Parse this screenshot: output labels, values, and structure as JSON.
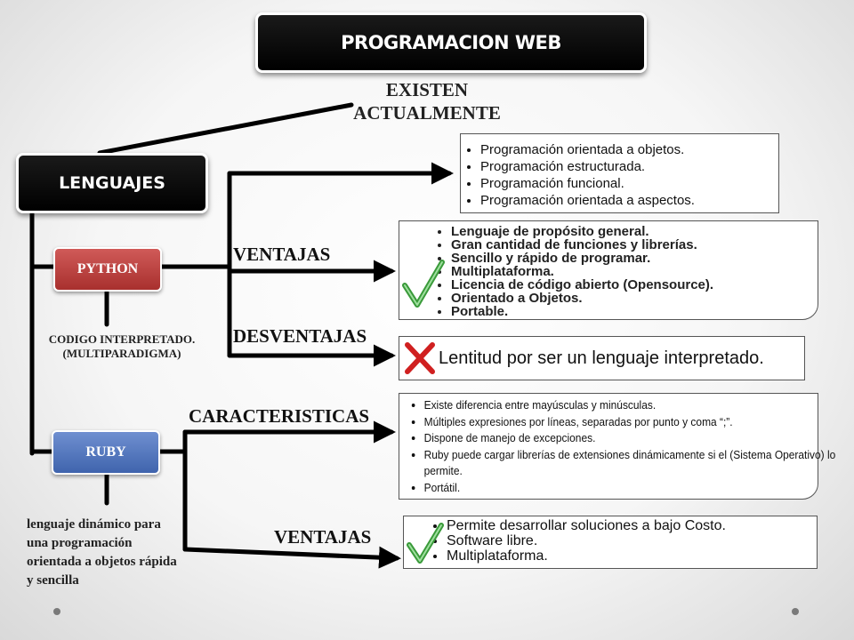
{
  "title": "PROGRAMACION WEB",
  "existen": "EXISTEN ACTUALMENTE",
  "lenguajes": "LENGUAJES",
  "python": {
    "label": "PYTHON",
    "note": "CODIGO INTERPRETADO. (MULTIPARADIGMA)",
    "ventajas_label": "VENTAJAS",
    "desventajas_label": "DESVENTAJAS",
    "paradigmas": [
      "Programación orientada a objetos.",
      "Programación estructurada.",
      "Programación funcional.",
      "Programación orientada a aspectos."
    ],
    "ventajas": [
      "Lenguaje de propósito general.",
      "Gran cantidad de funciones y librerías.",
      "Sencillo y rápido de programar.",
      "Multiplataforma.",
      "Licencia de código abierto (Opensource).",
      "Orientado a Objetos.",
      "Portable."
    ],
    "desventaja": "Lentitud por ser un lenguaje interpretado."
  },
  "ruby": {
    "label": "RUBY",
    "note": "lenguaje dinámico para una programación orientada a objetos rápida y sencilla",
    "caracteristicas_label": "CARACTERISTICAS",
    "ventajas_label": "VENTAJAS",
    "caracteristicas": [
      "Existe diferencia entre mayúsculas y minúsculas.",
      "Múltiples expresiones por líneas, separadas por punto y coma “;”.",
      "Dispone de manejo de excepciones.",
      "Ruby puede cargar librerías de extensiones dinámicamente si el (Sistema Operativo) lo permite.",
      "Portátil."
    ],
    "ventajas": [
      "Permite desarrollar soluciones a bajo Costo.",
      "Software libre.",
      "Multiplataforma."
    ]
  },
  "colors": {
    "python_box": "#c0403e",
    "ruby_box": "#4f72b8",
    "check": "#3a9a3a",
    "cross": "#d02020"
  }
}
